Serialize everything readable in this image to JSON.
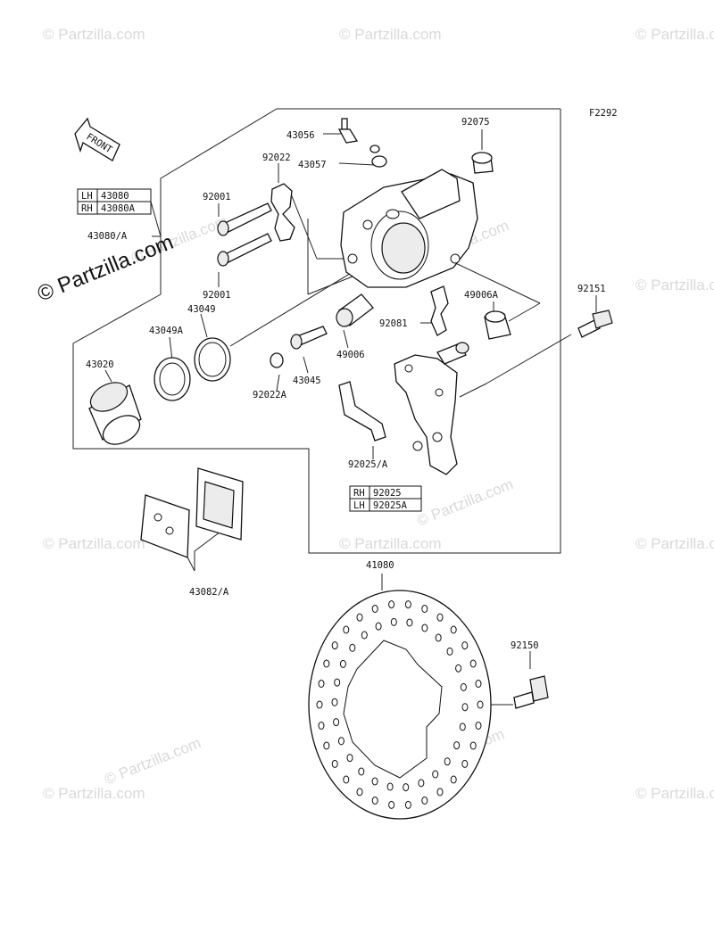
{
  "diagram_code": "F2292",
  "watermark_text": "© Partzilla.com",
  "front_arrow": "FRONT",
  "tables": {
    "caliper": [
      {
        "side": "LH",
        "part": "43080"
      },
      {
        "side": "RH",
        "part": "43080A"
      }
    ],
    "bracket": [
      {
        "side": "RH",
        "part": "92025"
      },
      {
        "side": "LH",
        "part": "92025A"
      }
    ]
  },
  "labels": {
    "p43056": "43056",
    "p43057": "43057",
    "p92075": "92075",
    "p92022": "92022",
    "p92001a": "92001",
    "p92001b": "92001",
    "p43080": "43080/A",
    "p43049": "43049",
    "p43049a": "43049A",
    "p43020": "43020",
    "p92022a": "92022A",
    "p43045": "43045",
    "p49006": "49006",
    "p92081": "92081",
    "p49006a": "49006A",
    "p92151": "92151",
    "p92025": "92025/A",
    "p43082": "43082/A",
    "p41080": "41080",
    "p92150": "92150"
  }
}
